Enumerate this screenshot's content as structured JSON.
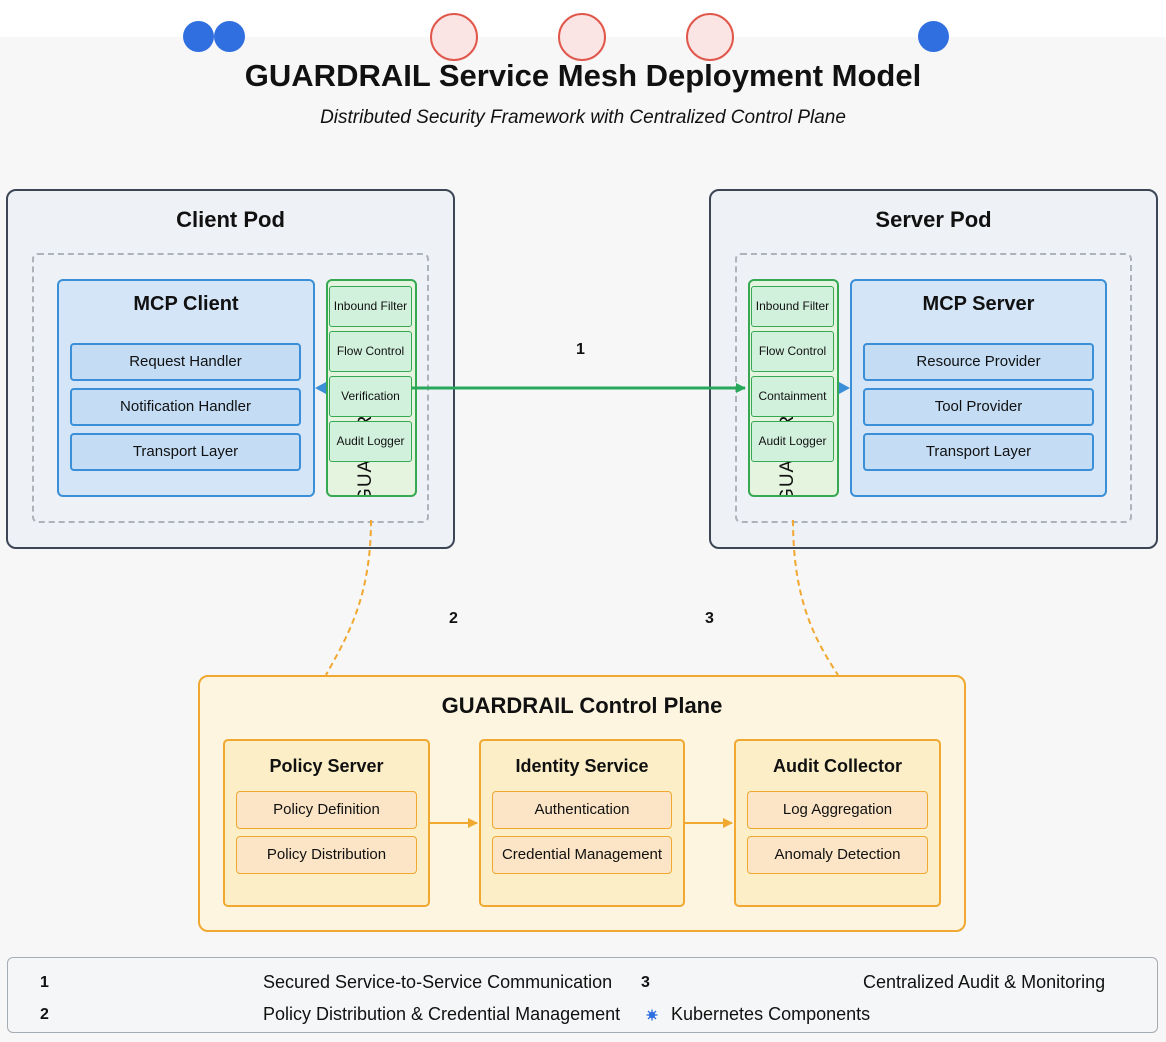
{
  "title": "GUARDRAIL Service Mesh Deployment Model",
  "subtitle": "Distributed Security Framework with Centralized Control Plane",
  "client_pod": {
    "title": "Client Pod",
    "mcp": {
      "title": "MCP Client",
      "components": [
        "Request Handler",
        "Notification Handler",
        "Transport Layer"
      ]
    },
    "sidecar": {
      "label": "GUARDRAIL",
      "filters": [
        "Inbound Filter",
        "Flow Control",
        "Verification",
        "Audit Logger"
      ]
    }
  },
  "server_pod": {
    "title": "Server Pod",
    "mcp": {
      "title": "MCP Server",
      "components": [
        "Resource Provider",
        "Tool Provider",
        "Transport Layer"
      ]
    },
    "sidecar": {
      "label": "GUARDRAIL",
      "filters": [
        "Inbound Filter",
        "Flow Control",
        "Containment",
        "Audit Logger"
      ]
    }
  },
  "connections": [
    "1",
    "2",
    "3"
  ],
  "control_plane": {
    "title": "GUARDRAIL Control Plane",
    "services": [
      {
        "title": "Policy Server",
        "items": [
          "Policy Definition",
          "Policy Distribution"
        ]
      },
      {
        "title": "Identity Service",
        "items": [
          "Authentication",
          "Credential Management"
        ]
      },
      {
        "title": "Audit Collector",
        "items": [
          "Log Aggregation",
          "Anomaly Detection"
        ]
      }
    ]
  },
  "legend": {
    "items": [
      {
        "key": "1",
        "label": "Secured Service-to-Service Communication"
      },
      {
        "key": "3",
        "label": "Centralized Audit & Monitoring"
      },
      {
        "key": "2",
        "label": "Policy Distribution & Credential Management"
      },
      {
        "key": "icon",
        "label": "Kubernetes Components"
      }
    ]
  },
  "colors": {
    "communication": "#27a85a",
    "control": "#f0a830",
    "kubernetes": "#2f6fe0",
    "mcp": "#3a8fd8"
  }
}
